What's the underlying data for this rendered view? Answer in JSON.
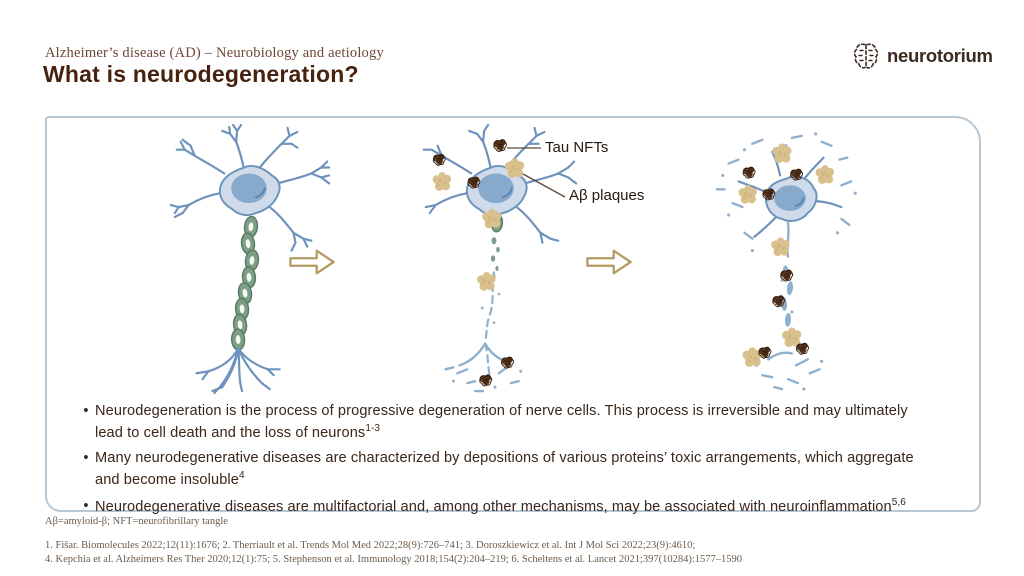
{
  "header": {
    "eyebrow": "Alzheimer’s disease (AD) – Neurobiology and aetiology",
    "title": "What is neurodegeneration?"
  },
  "logo": {
    "text": "neurotorium",
    "icon": "brain-icon"
  },
  "diagram": {
    "stages": [
      {
        "icon": "healthy-neuron-illustration"
      },
      {
        "icon": "degenerating-neuron-illustration"
      },
      {
        "icon": "degenerated-neuron-illustration"
      }
    ],
    "arrow_icon": "right-block-arrow",
    "labels": {
      "tau": "Tau NFTs",
      "abeta": "Aβ plaques"
    }
  },
  "bullets": [
    {
      "text": "Neurodegeneration is the process of progressive degeneration of nerve cells. This process is irreversible and may ultimately lead to cell death and the loss of neurons",
      "sup": "1-3"
    },
    {
      "text": "Many neurodegenerative diseases are characterized by depositions of various proteins’ toxic arrangements, which aggregate and become insoluble",
      "sup": "4"
    },
    {
      "text": "Neurodegenerative diseases are multifactorial and, among other mechanisms, may be associated with neuroinflammation",
      "sup": "5,6"
    }
  ],
  "footer": {
    "abbreviations": "Aβ=amyloid-β; NFT=neurofibrillary tangle",
    "reference_line1": "1. Fišar. Biomolecules 2022;12(11):1676; 2. Therriault et al. Trends Mol Med 2022;28(9):726–741; 3. Doroszkiewicz et al. Int J Mol Sci 2022;23(9):4610;",
    "reference_line2": "4. Kepchia et al. Alzheimers Res Ther 2020;12(1):75; 5. Stephenson et al. Immunology 2018;154(2):204–219; 6. Scheltens et al. Lancet 2021;397(10284):1577–1590"
  },
  "colors": {
    "title_color": "#46220f",
    "eyebrow_color": "#6f4534",
    "body_text": "#3a2519",
    "footer_text": "#6d5b4b",
    "logo_color": "#3b2a21",
    "box_border": "#b7c8d4",
    "neuron_outline": "#6d93bc",
    "neuron_fill": "#cfdbea",
    "nucleus_blue": "#86a9cc",
    "myelin_green": "#7e9f86",
    "plaque_tan": "#d9c18e",
    "tangle_brown": "#4f3019",
    "arrow_gold": "#b49b61",
    "fragment_blue": "#8fb0cd"
  }
}
